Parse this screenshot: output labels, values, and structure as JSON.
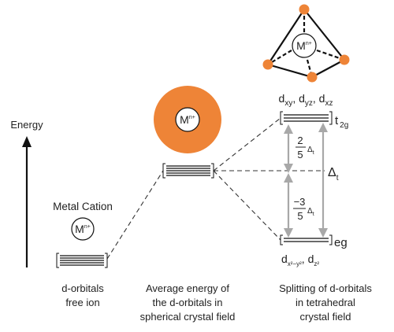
{
  "energy_axis": {
    "label": "Energy"
  },
  "metal_cation": {
    "label": "Metal Cation"
  },
  "ion_symbol": {
    "base": "M",
    "charge": "n+"
  },
  "captions": {
    "free_ion": [
      "d-orbitals",
      "free ion"
    ],
    "spherical": [
      "Average energy of",
      "the d-orbitals in",
      "spherical crystal field"
    ],
    "tetrahedral": [
      "Splitting of d-orbitals",
      "in tetrahedral",
      "crystal field"
    ]
  },
  "t2g_orbitals": {
    "d1": "d",
    "s1": "xy",
    "c1": ",",
    "d2": "d",
    "s2": "yz",
    "c2": ",",
    "d3": "d",
    "s3": "xz"
  },
  "t2g_label": {
    "main": "t",
    "sub": "2g"
  },
  "eg_label": "eg",
  "eg_orbitals": {
    "d1": "d",
    "s1": "x²−y²",
    "c1": ",",
    "d2": "d",
    "s2": "z²"
  },
  "delta_t": {
    "symbol": "Δ",
    "sub": "t"
  },
  "fraction_up": {
    "num": "2",
    "den": "5",
    "unit_symbol": "Δ",
    "unit_sub": "t"
  },
  "fraction_down": {
    "num": "−3",
    "den": "5",
    "unit_symbol": "Δ",
    "unit_sub": "t"
  },
  "colors": {
    "orange": "#EE8437",
    "arrow_gray": "#A8A8A8",
    "line": "#333333"
  }
}
